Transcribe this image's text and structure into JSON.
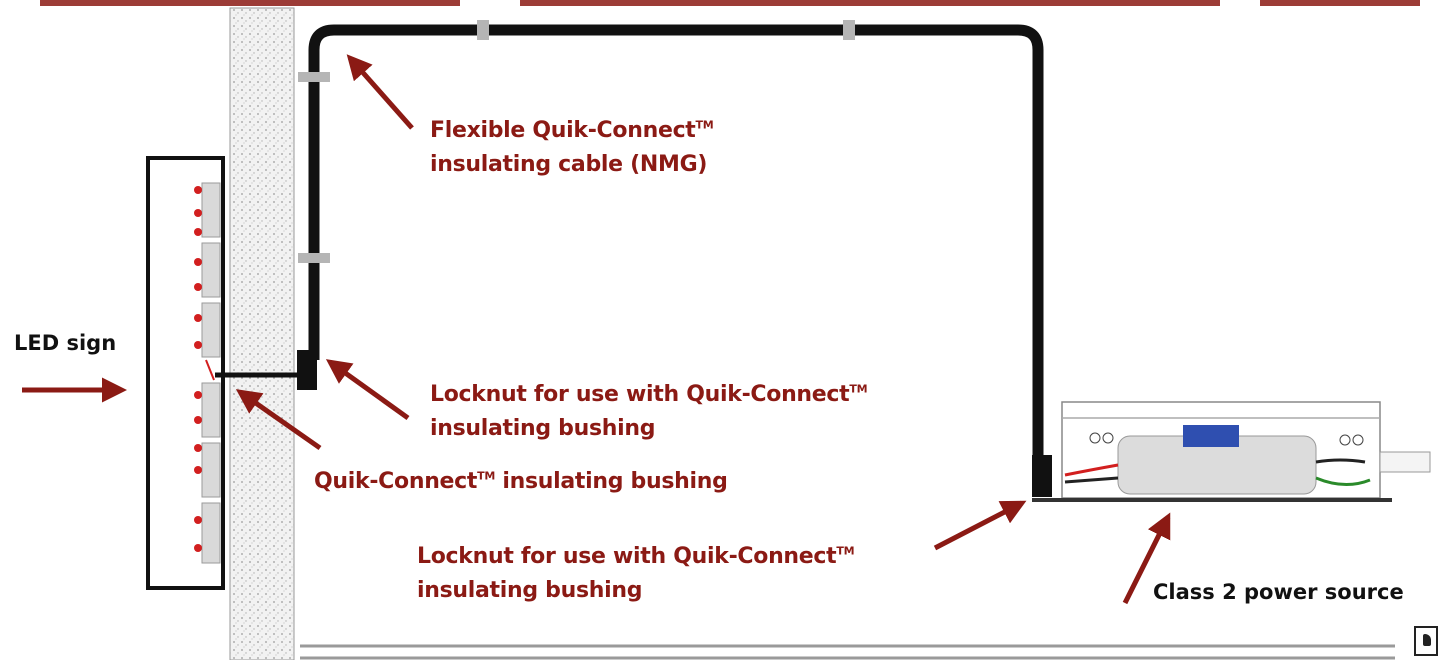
{
  "labels": {
    "cable_line1": "Flexible Quik-Connect",
    "cable_line2": "insulating cable (NMG)",
    "led_sign": "LED sign",
    "locknut_top_line1": "Locknut for use with Quik-Connect",
    "locknut_top_line2": "insulating bushing",
    "bushing": "Quik-Connect",
    "bushing_tail": " insulating bushing",
    "locknut_bottom_line1": "Locknut for use with Quik-Connect",
    "locknut_bottom_line2": "insulating bushing",
    "power_source": "Class 2 power source",
    "trademark": "TM"
  },
  "colors": {
    "label_red": "#8b1a14",
    "arrow_red": "#8b1a14",
    "cable": "#111111",
    "wall_fill": "#eeeeee",
    "power_box_accent": "#2f4fb0"
  },
  "icons": {
    "corner": "page-corner-icon"
  }
}
